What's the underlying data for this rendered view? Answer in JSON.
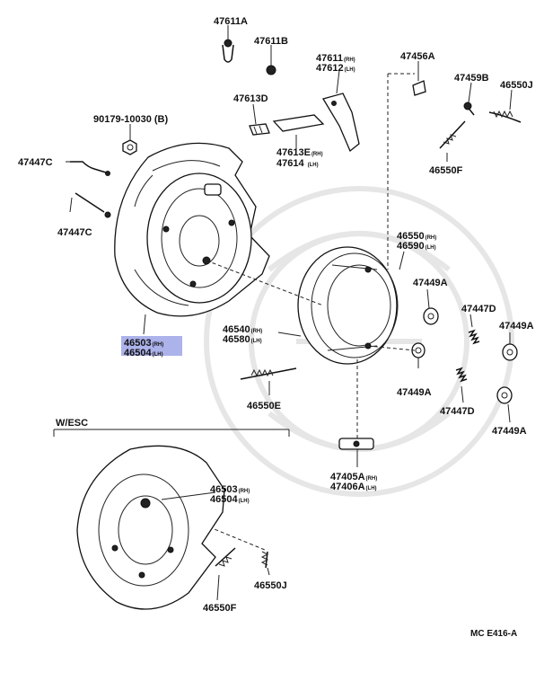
{
  "diagram_id": "MC E416-A",
  "section_label": "W/ESC",
  "highlight": {
    "color": "#9ea4e6",
    "part": "46503",
    "part_suffix": "(RH)",
    "part_alt": "46504",
    "part_alt_suffix": "(LH)"
  },
  "labels": {
    "p47611A": "47611A",
    "p47611B": "47611B",
    "p47611": "47611",
    "p47611_suf": "(RH)",
    "p47612": "47612",
    "p47612_suf": "(LH)",
    "p47456A": "47456A",
    "p47459B": "47459B",
    "p46550J_top": "46550J",
    "p47613D": "47613D",
    "p90179": "90179-10030 (B)",
    "p47613E": "47613E",
    "p47613E_suf": "(RH)",
    "p47614": "47614",
    "p47614_suf": "(LH)",
    "p46550F_top": "46550F",
    "p47447C_a": "47447C",
    "p47447C_b": "47447C",
    "p46550": "46550",
    "p46550_suf": "(RH)",
    "p46590": "46590",
    "p46590_suf": "(LH)",
    "p47449A_a": "47449A",
    "p47447D_a": "47447D",
    "p47449A_b": "47449A",
    "p46540": "46540",
    "p46540_suf": "(RH)",
    "p46580": "46580",
    "p46580_suf": "(LH)",
    "p47449A_c": "47449A",
    "p47447D_b": "47447D",
    "p47449A_d": "47449A",
    "p46550E": "46550E",
    "p47405A": "47405A",
    "p47405A_suf": "(RH)",
    "p47406A": "47406A",
    "p47406A_suf": "(LH)",
    "p46503_b": "46503",
    "p46503_b_suf": "(RH)",
    "p46504_b": "46504",
    "p46504_b_suf": "(LH)",
    "p46550J_bot": "46550J",
    "p46550F_bot": "46550F"
  }
}
